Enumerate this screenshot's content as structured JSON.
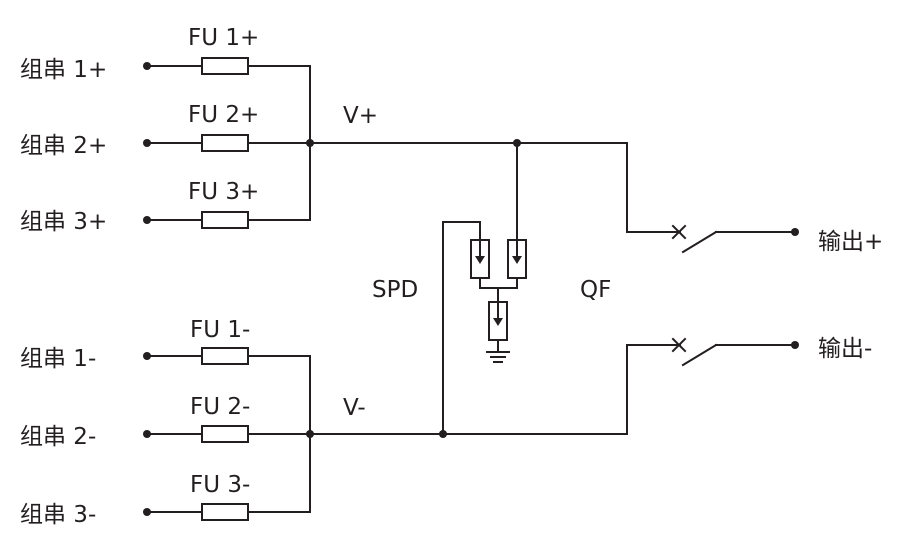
{
  "inputs": {
    "s1p": "组串 1+",
    "s2p": "组串 2+",
    "s3p": "组串 3+",
    "s1n": "组串 1-",
    "s2n": "组串 2-",
    "s3n": "组串 3-"
  },
  "fuses": {
    "f1p": "FU 1+",
    "f2p": "FU 2+",
    "f3p": "FU 3+",
    "f1n": "FU 1-",
    "f2n": "FU 2-",
    "f3n": "FU 3-"
  },
  "buses": {
    "pos": "V+",
    "neg": "V-"
  },
  "components": {
    "spd": "SPD",
    "qf": "QF"
  },
  "outputs": {
    "pos": "输出+",
    "neg": "输出-"
  }
}
